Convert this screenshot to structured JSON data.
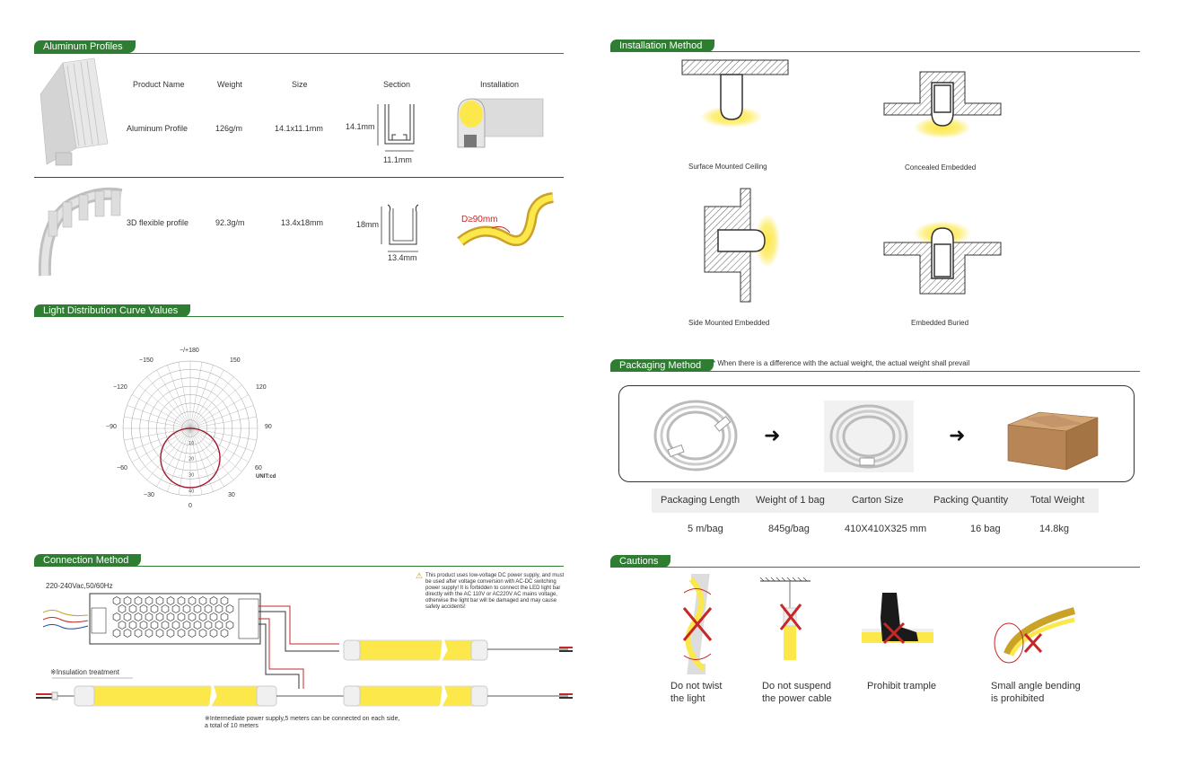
{
  "sections": {
    "aluminum": "Aluminum Profiles",
    "light": "Light Distribution Curve Values",
    "connection": "Connection Method",
    "installation": "Installation Method",
    "packaging": "Packaging Method",
    "cautions": "Cautions"
  },
  "profile_table": {
    "headers": [
      "Product Name",
      "Weight",
      "Size",
      "Section",
      "Installation"
    ],
    "rows": [
      {
        "name": "Aluminum Profile",
        "weight": "126g/m",
        "size": "14.1x11.1mm",
        "dim_v": "14.1mm",
        "dim_h": "11.1mm",
        "install_label": ""
      },
      {
        "name": "3D flexible profile",
        "weight": "92.3g/m",
        "size": "13.4x18mm",
        "dim_v": "18mm",
        "dim_h": "13.4mm",
        "install_label": "D≥90mm"
      }
    ]
  },
  "polar": {
    "labels": {
      "top": "−/+180",
      "tl": "−150",
      "tr": "150",
      "ul": "−120",
      "ur": "120",
      "ml": "−90",
      "mr": "90",
      "ll": "−60",
      "lr": "60",
      "bl": "−30",
      "br": "30",
      "bottom": "0"
    },
    "unit": "UNIT:cd",
    "ring_values": [
      "10",
      "20",
      "30",
      "40"
    ]
  },
  "connection": {
    "voltage": "220-240Vac,50/60Hz",
    "warning": "This product uses low-voltage DC power supply, and must be used after voltage conversion with AC-DC switching power supply! It is forbidden to connect the LED light bar directly with the AC 110V or AC220V AC mains voltage, otherwise the light bar will be damaged and may cause safety accidents!",
    "insulation": "※Insulation treatment",
    "note_line1": "※Intermediate power supply,5 meters can be connected on each side,",
    "note_line2": "a total of 10 meters"
  },
  "installation": {
    "items": [
      "Surface Mounted Ceiling",
      "Concealed Embedded",
      "Side Mounted Embedded",
      "Embedded Buried"
    ]
  },
  "packaging": {
    "note": "* When there is a difference with the actual weight, the actual weight shall prevail",
    "headers": [
      "Packaging Length",
      "Weight of 1 bag",
      "Carton Size",
      "Packing Quantity",
      "Total Weight"
    ],
    "values": [
      "5 m/bag",
      "845g/bag",
      "410X410X325 mm",
      "16 bag",
      "14.8kg"
    ]
  },
  "cautions": {
    "items": [
      {
        "l1": "Do not twist",
        "l2": "the light"
      },
      {
        "l1": "Do not suspend",
        "l2": "the power cable"
      },
      {
        "l1": "Prohibit trample",
        "l2": ""
      },
      {
        "l1": "Small angle bending",
        "l2": "is prohibited"
      }
    ]
  },
  "colors": {
    "brand": "#2e7d32",
    "led": "#fde84b",
    "wire_red": "#c62828",
    "curve": "#a01830"
  }
}
